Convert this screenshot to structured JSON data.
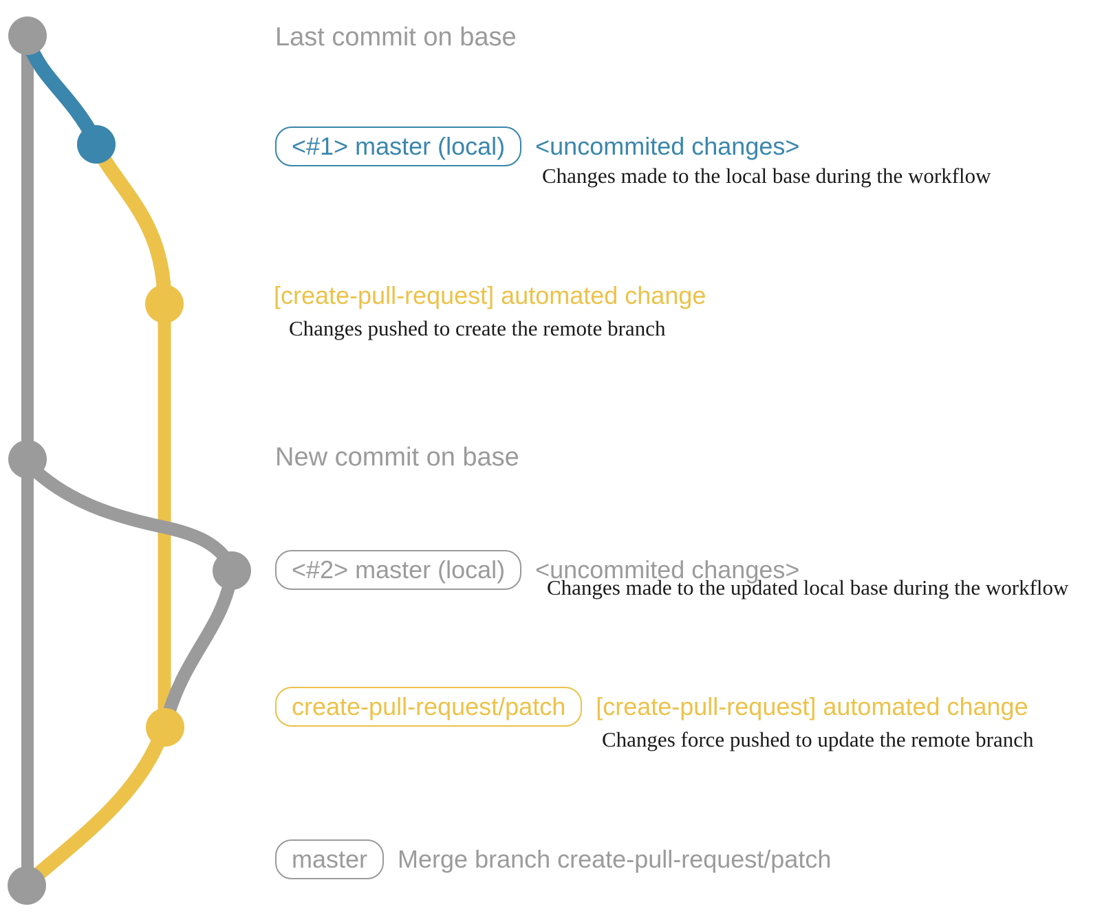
{
  "colors": {
    "gray": "#9b9b9b",
    "blue": "#3a86ad",
    "yellow": "#ecc24a",
    "ink": "#1a1a1a",
    "background": "#ffffff"
  },
  "headings": {
    "last_commit": "Last commit on base",
    "new_commit": "New commit on base"
  },
  "rows": {
    "r1": {
      "badge": "<#1> master (local)",
      "message": "<uncommited changes>",
      "caption": "Changes made to the local base during the workflow"
    },
    "r2": {
      "message": "[create-pull-request] automated change",
      "caption": "Changes pushed to create the remote branch"
    },
    "r3": {
      "badge": "<#2> master (local)",
      "message": "<uncommited changes>",
      "caption": "Changes made to the updated local base during the workflow"
    },
    "r4": {
      "badge": "create-pull-request/patch",
      "message": "[create-pull-request] automated change",
      "caption": "Changes force pushed to update the remote branch"
    },
    "r5": {
      "badge": "master",
      "message": "Merge branch create-pull-request/patch"
    }
  }
}
